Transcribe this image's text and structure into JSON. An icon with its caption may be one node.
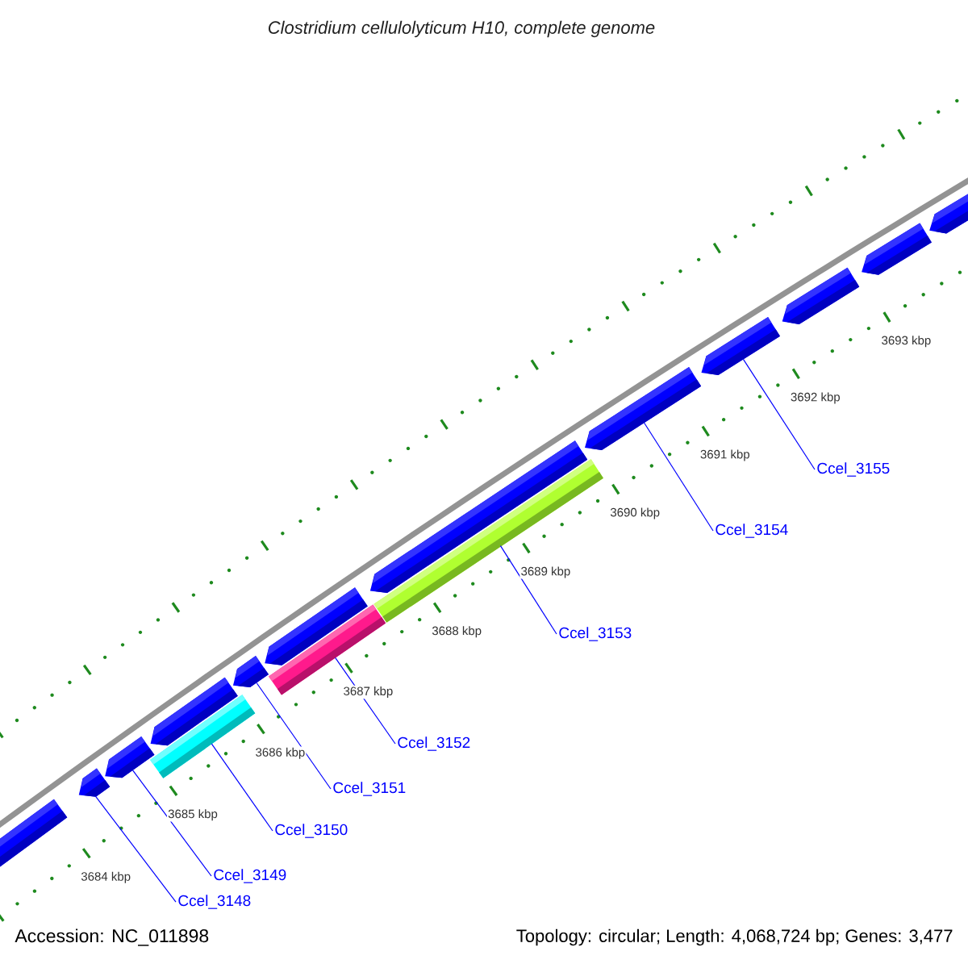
{
  "diagram": {
    "title": "Clostridium cellulolyticum H10, complete genome",
    "nodes": [
      {
        "text": [
          "Ccel_3148"
        ]
      },
      {
        "text": [
          "Ccel_3149"
        ]
      },
      {
        "text": [
          "Ccel_3150"
        ]
      },
      {
        "text": [
          "Ccel_3151"
        ]
      },
      {
        "text": [
          "Ccel_3152"
        ]
      },
      {
        "text": [
          "Ccel_3153"
        ]
      },
      {
        "text": [
          "Ccel_3154"
        ]
      },
      {
        "text": [
          "Ccel_3155"
        ]
      },
      {
        "text": [],
        "shape": "pentagon"
      },
      {
        "text": [],
        "shape": "pentagon"
      },
      {
        "text": [],
        "shape": "pentagon"
      },
      {
        "text": [],
        "shape": "bar"
      },
      {
        "text": [],
        "shape": "pentagon"
      },
      {
        "text": [],
        "shape": "pentagon"
      },
      {
        "text": [],
        "shape": "bar"
      },
      {
        "text": [],
        "shape": "pentagon"
      },
      {
        "text": [],
        "shape": "bar"
      },
      {
        "text": [],
        "shape": "pentagon"
      },
      {
        "text": [],
        "shape": "pentagon"
      },
      {
        "text": [],
        "shape": "pentagon"
      },
      {
        "text": [],
        "shape": "pentagon"
      },
      {
        "text": [],
        "shape": "pentagon"
      },
      {
        "text": [],
        "shape": "pentagon"
      }
    ],
    "edges": [
      {
        "from": 0,
        "to": 9,
        "arrow": "none"
      },
      {
        "from": 1,
        "to": 10,
        "arrow": "none"
      },
      {
        "from": 2,
        "to": 11,
        "arrow": "none"
      },
      {
        "from": 3,
        "to": 13,
        "arrow": "none"
      },
      {
        "from": 4,
        "to": 14,
        "arrow": "none"
      },
      {
        "from": 5,
        "to": 16,
        "arrow": "none"
      },
      {
        "from": 6,
        "to": 18,
        "arrow": "none"
      },
      {
        "from": 7,
        "to": 19,
        "arrow": "none"
      }
    ],
    "labels": [
      "3684 kbp",
      "3685 kbp",
      "3686 kbp",
      "3687 kbp",
      "3688 kbp",
      "3689 kbp",
      "3690 kbp",
      "3691 kbp",
      "3692 kbp",
      "3693 kbp",
      "Accession: NC_011898",
      "Topology: circular; Length: 4,068,724 bp; Genes: 3,477"
    ]
  }
}
